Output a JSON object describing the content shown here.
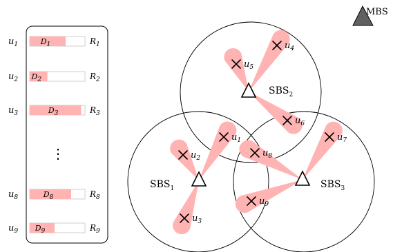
{
  "users_panel": {
    "rows": [
      {
        "user": "u",
        "user_sub": "1",
        "demand": "D",
        "demand_sub": "1",
        "rate": "R",
        "rate_sub": "1",
        "fill": 0.65
      },
      {
        "user": "u",
        "user_sub": "2",
        "demand": "D",
        "demand_sub": "2",
        "rate": "R",
        "rate_sub": "2",
        "fill": 0.32
      },
      {
        "user": "u",
        "user_sub": "3",
        "demand": "D",
        "demand_sub": "3",
        "rate": "R",
        "rate_sub": "3",
        "fill": 0.93
      },
      {
        "user": "u",
        "user_sub": "8",
        "demand": "D",
        "demand_sub": "8",
        "rate": "R",
        "rate_sub": "8",
        "fill": 0.75
      },
      {
        "user": "u",
        "user_sub": "9",
        "demand": "D",
        "demand_sub": "9",
        "rate": "R",
        "rate_sub": "9",
        "fill": 0.45
      }
    ],
    "ellipsis": "⋮"
  },
  "mbs_label": "MBS",
  "base_stations": [
    {
      "label": "SBS",
      "sub": "1"
    },
    {
      "label": "SBS",
      "sub": "2"
    },
    {
      "label": "SBS",
      "sub": "3"
    }
  ],
  "users": [
    {
      "label": "u",
      "sub": "1"
    },
    {
      "label": "u",
      "sub": "2"
    },
    {
      "label": "u",
      "sub": "3"
    },
    {
      "label": "u",
      "sub": "4"
    },
    {
      "label": "u",
      "sub": "5"
    },
    {
      "label": "u",
      "sub": "6"
    },
    {
      "label": "u",
      "sub": "7"
    },
    {
      "label": "u",
      "sub": "8"
    },
    {
      "label": "u",
      "sub": "9"
    }
  ],
  "colors": {
    "beam": "#ffb3b3",
    "bar_fill": "#ffb3b3",
    "bar_border": "#cfcfcf",
    "mbs": "#606060",
    "stroke": "#000000"
  },
  "icons": {
    "mbs": "filled-triangle-icon",
    "sbs": "triangle-icon",
    "user": "cross-icon"
  }
}
